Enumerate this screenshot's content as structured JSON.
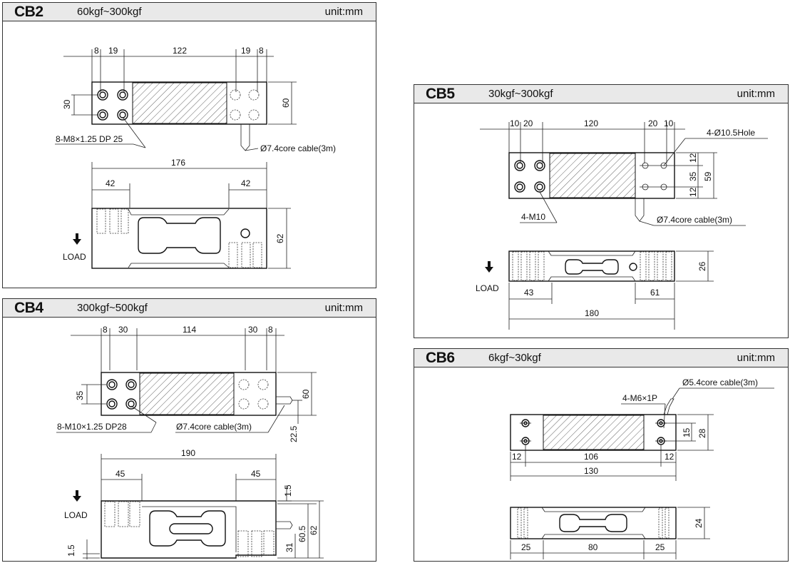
{
  "panels": {
    "cb2": {
      "model": "CB2",
      "range": "60kgf~300kgf",
      "unit": "unit:mm",
      "dims": {
        "d1": "8",
        "d2": "19",
        "d3": "122",
        "d4": "19",
        "d5": "8",
        "h_holes": "30",
        "h_body": "60",
        "length": "176",
        "end_l": "42",
        "end_r": "42",
        "side_h": "62"
      },
      "notes": {
        "thread": "8-M8×1.25 DP 25",
        "cable": "Ø7.4core cable(3m)",
        "load": "LOAD"
      }
    },
    "cb4": {
      "model": "CB4",
      "range": "300kgf~500kgf",
      "unit": "unit:mm",
      "dims": {
        "d1": "8",
        "d2": "30",
        "d3": "114",
        "d4": "30",
        "d5": "8",
        "h_holes": "35",
        "h_body": "60",
        "cable_off": "22.5",
        "length": "190",
        "end_l": "45",
        "end_r": "45",
        "gap_top": "1.5",
        "gap_bot": "1.5",
        "side_a": "31",
        "side_b": "60.5",
        "side_h": "62"
      },
      "notes": {
        "thread": "8-M10×1.25 DP28",
        "cable": "Ø7.4core cable(3m)",
        "load": "LOAD"
      }
    },
    "cb5": {
      "model": "CB5",
      "range": "30kgf~300kgf",
      "unit": "unit:mm",
      "dims": {
        "d1": "10",
        "d2": "20",
        "d3": "120",
        "d4": "20",
        "d5": "10",
        "h_a": "12",
        "h_b": "35",
        "h_c": "12",
        "h_body": "59",
        "side_h": "26",
        "end_l": "43",
        "end_r": "61",
        "length": "180"
      },
      "notes": {
        "hole": "4-Ø10.5Hole",
        "thread": "4-M10",
        "cable": "Ø7.4core cable(3m)",
        "load": "LOAD"
      }
    },
    "cb6": {
      "model": "CB6",
      "range": "6kgf~30kgf",
      "unit": "unit:mm",
      "dims": {
        "d1": "12",
        "d2": "106",
        "d3": "12",
        "length": "130",
        "h_holes": "15",
        "h_body": "28",
        "side_l": "25",
        "side_m": "80",
        "side_r": "25",
        "side_h": "24"
      },
      "notes": {
        "cable": "Ø5.4core cable(3m)",
        "thread": "4-M6×1P"
      }
    }
  }
}
